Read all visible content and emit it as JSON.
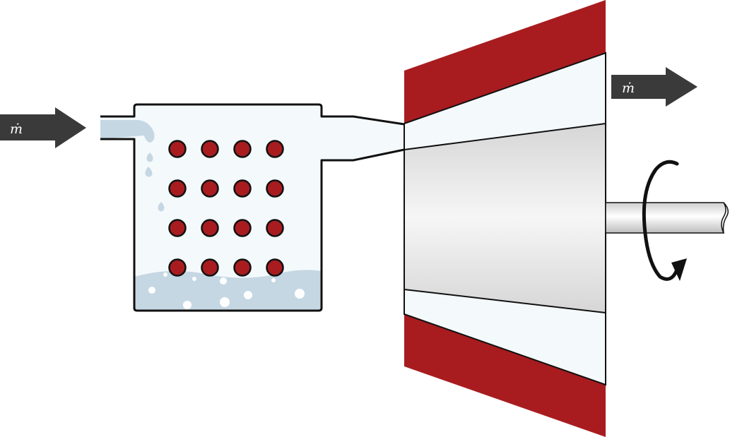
{
  "inlet_arrow": {
    "label": "ṁ",
    "icon": "right-arrow-icon",
    "color": "#3a3a3a"
  },
  "outlet_arrow": {
    "label": "ṁ",
    "icon": "right-arrow-icon",
    "color": "#3a3a3a"
  },
  "boiler": {
    "tube_rows": 4,
    "tube_cols": 4,
    "tube_color": "#a81c1f",
    "water_color": "#c5d7e3",
    "steam_color": "#f4f9fc"
  },
  "turbine": {
    "casing_color": "#a81c1f",
    "rotor_color": "#e8e8e8"
  },
  "shaft": {
    "icon": "rotation-arrow-icon",
    "color": "#e0e0e0"
  }
}
